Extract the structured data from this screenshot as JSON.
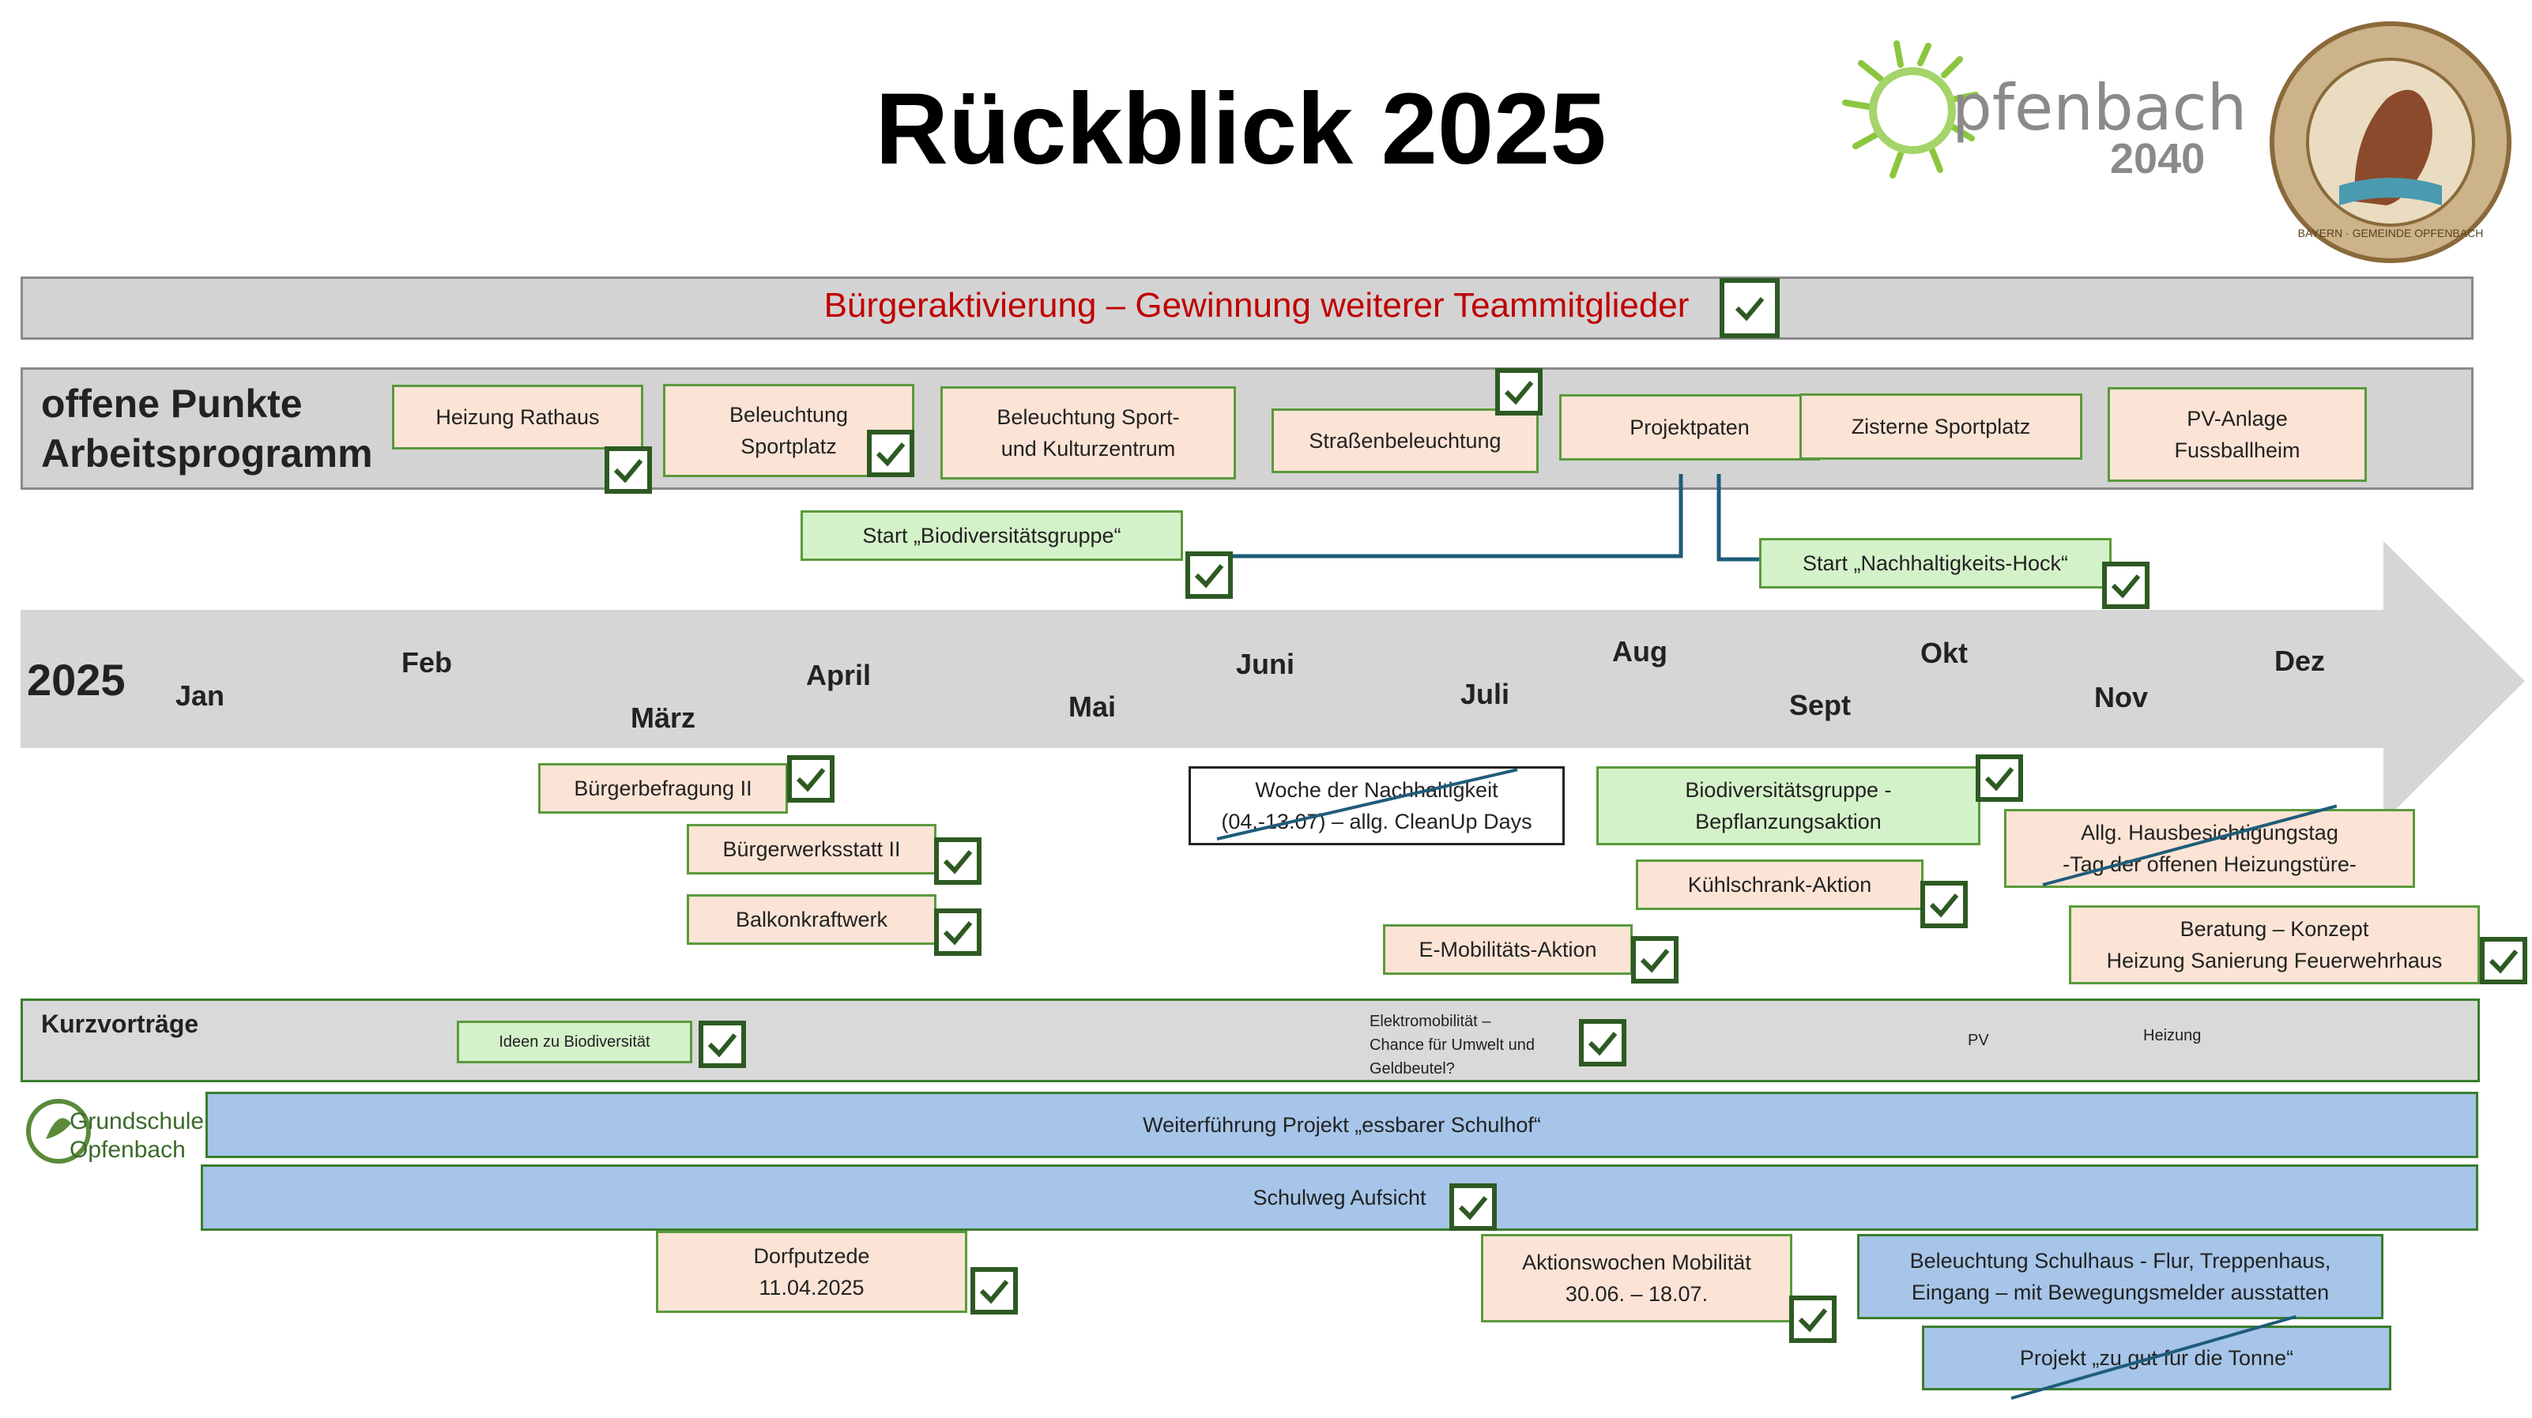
{
  "title": "Rückblick 2025",
  "logos": {
    "opfenbach_text": "pfenbach",
    "opfenbach_year": "2040",
    "bayern_seal": "BAYERN · GEMEINDE OPFENBACH",
    "school_logo": "Grundschule Opfenbach"
  },
  "banner": {
    "text": "Bürgeraktivierung – Gewinnung weiterer Teammitglieder"
  },
  "arbeitsprogramm": {
    "label_line1": "offene Punkte",
    "label_line2": "Arbeitsprogramm",
    "items": [
      "Heizung Rathaus",
      "Beleuchtung\nSportplatz",
      "Beleuchtung Sport-\nund Kulturzentrum",
      "Straßenbeleuchtung",
      "Projektpaten",
      "Zisterne Sportplatz",
      "PV-Anlage\nFussballheim"
    ]
  },
  "starts": {
    "bio": "Start „Biodiversitätsgruppe“",
    "hock": "Start „Nachhaltigkeits-Hock“"
  },
  "timeline": {
    "year": "2025",
    "months": [
      "Jan",
      "Feb",
      "März",
      "April",
      "Mai",
      "Juni",
      "Juli",
      "Aug",
      "Sept",
      "Okt",
      "Nov",
      "Dez"
    ]
  },
  "events": {
    "befragung": "Bürgerbefragung II",
    "werkstatt": "Bürgerwerksstatt II",
    "balkon": "Balkonkraftwerk",
    "woche": "Woche der Nachhaltigkeit\n(04.-13.07) – allg. CleanUp Days",
    "emob": "E-Mobilitäts-Aktion",
    "biogruppe": "Biodiversitätsgruppe -\nBepflanzungsaktion",
    "kuehl": "Kühlschrank-Aktion",
    "haustag": "Allg. Hausbesichtigungstag\n-Tag der offenen Heizungstüre-",
    "beratung": "Beratung – Konzept\nHeizung Sanierung Feuerwehrhaus"
  },
  "kurzvortraege": {
    "label": "Kurzvorträge",
    "ideen": "Ideen zu Biodiversität",
    "emobil": "Elektromobilität –\nChance für Umwelt und\nGeldbeutel?",
    "pv": "PV",
    "heizung": "Heizung"
  },
  "school": {
    "schulhof": "Weiterführung Projekt „essbarer Schulhof“",
    "schulweg": "Schulweg Aufsicht",
    "dorfputz": "Dorfputzede\n11.04.2025",
    "aktion": "Aktionswochen Mobilität\n30.06. – 18.07.",
    "beleuchtung": "Beleuchtung Schulhaus - Flur, Treppenhaus,\nEingang – mit Bewegungsmelder ausstatten",
    "tonne": "Projekt „zu gut für die Tonne“"
  },
  "colors": {
    "banner_text": "#c00000",
    "check_border": "#2d5a22",
    "peach": "#fbe4d5",
    "light_green": "#d4f2c9",
    "blue": "#a6c5e8",
    "arrow": "#d6d6d6",
    "line": "#1f5c7a"
  }
}
